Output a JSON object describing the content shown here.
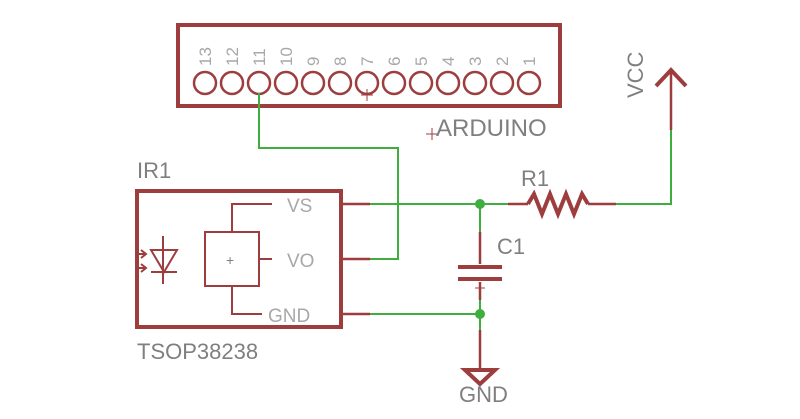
{
  "arduino": {
    "name": "ARDUINO",
    "pins": [
      "13",
      "12",
      "11",
      "10",
      "9",
      "8",
      "7",
      "6",
      "5",
      "4",
      "3",
      "2",
      "1"
    ]
  },
  "ir_sensor": {
    "name": "IR1",
    "value": "TSOP38238",
    "pin_vs": "VS",
    "pin_vo": "VO",
    "pin_gnd": "GND",
    "inner_mark": "+"
  },
  "resistor": {
    "name": "R1"
  },
  "capacitor": {
    "name": "C1"
  },
  "vcc": {
    "label": "VCC"
  },
  "ground": {
    "label": "GND"
  },
  "colors": {
    "part": "#9e3d3d",
    "net": "#3fae3f",
    "label": "#7f7f7f",
    "pin_label": "#a8a8a8"
  }
}
